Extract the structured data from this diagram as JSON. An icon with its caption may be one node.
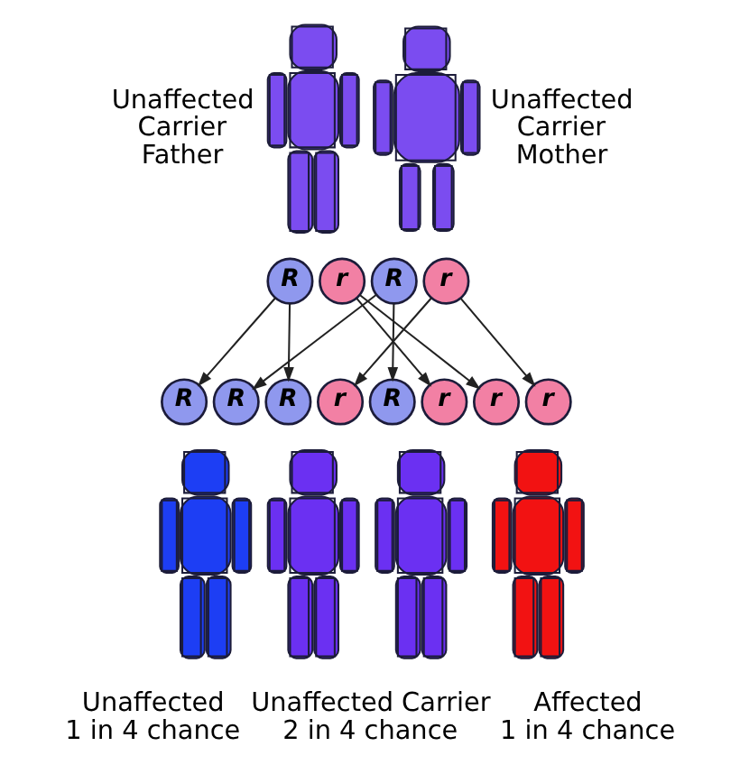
{
  "diagram": {
    "nodes": [
      {
        "text": [],
        "shape": "person",
        "beside": [
          "Unaffected Carrier Father"
        ]
      },
      {
        "text": [],
        "shape": "person",
        "beside": [
          "Unaffected Carrier Mother"
        ]
      },
      {
        "text": [
          "R"
        ]
      },
      {
        "text": [
          "r"
        ]
      },
      {
        "text": [
          "R"
        ]
      },
      {
        "text": [
          "r"
        ]
      },
      {
        "text": [
          "R"
        ]
      },
      {
        "text": [
          "R"
        ]
      },
      {
        "text": [
          "R"
        ]
      },
      {
        "text": [
          "r"
        ]
      },
      {
        "text": [
          "R"
        ]
      },
      {
        "text": [
          "r"
        ]
      },
      {
        "text": [
          "r"
        ]
      },
      {
        "text": [
          "r"
        ]
      },
      {
        "text": [],
        "shape": "person",
        "beside": [
          "Unaffected 1 in 4 chance"
        ]
      },
      {
        "text": [],
        "shape": "person"
      },
      {
        "text": [],
        "shape": "person"
      },
      {
        "text": [],
        "shape": "person",
        "beside": [
          "Affected 1 in 4 chance"
        ]
      }
    ],
    "edges": [
      {
        "from": 2,
        "to": 6,
        "arrow": "to"
      },
      {
        "from": 2,
        "to": 8,
        "arrow": "to"
      },
      {
        "from": 3,
        "to": 11,
        "arrow": "to"
      },
      {
        "from": 3,
        "to": 12,
        "arrow": "to"
      },
      {
        "from": 4,
        "to": 7,
        "arrow": "to"
      },
      {
        "from": 4,
        "to": 10,
        "arrow": "to"
      },
      {
        "from": 5,
        "to": 9,
        "arrow": "to"
      },
      {
        "from": 5,
        "to": 13,
        "arrow": "to"
      }
    ],
    "labels": [
      "Unaffected Carrier 2 in 4 chance"
    ]
  }
}
